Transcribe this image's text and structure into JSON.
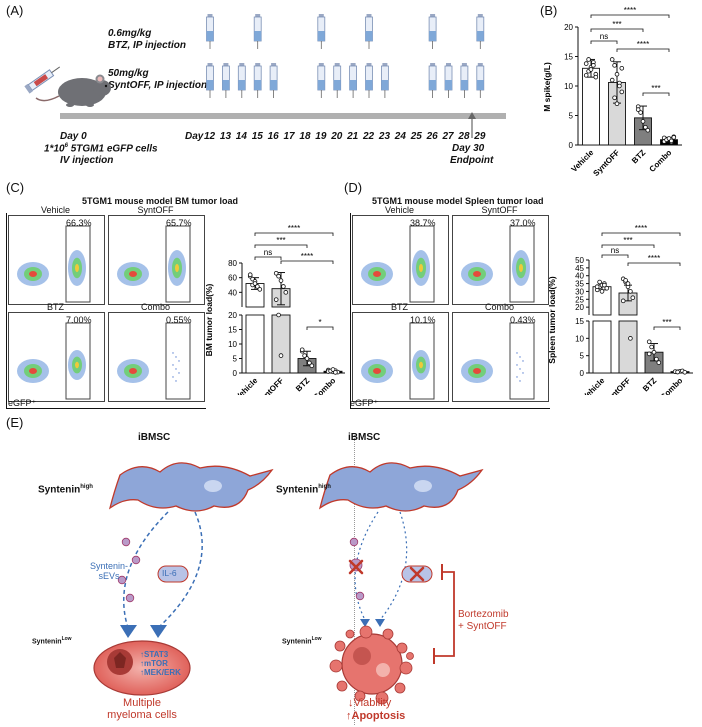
{
  "panel_labels": {
    "a": "(A)",
    "b": "(B)",
    "c": "(C)",
    "d": "(D)",
    "e": "(E)"
  },
  "panel_a": {
    "bortezomib_line1": "0.6mg/kg",
    "bortezomib_line2": "BTZ, IP injection",
    "syntoff_line1": "50mg/kg",
    "syntoff_line2": "SyntOFF, IP injection",
    "day0": "Day 0",
    "cells_line1": "1*10",
    "cells_sup": "6",
    "cells_line1b": " 5TGM1 eGFP cells",
    "cells_line2": "IV injection",
    "day_label": "Day",
    "days": [
      "12",
      "13",
      "14",
      "15",
      "16",
      "17",
      "18",
      "19",
      "20",
      "21",
      "22",
      "23",
      "24",
      "25",
      "26",
      "27",
      "28",
      "29"
    ],
    "btz_days": [
      "12",
      "15",
      "19",
      "22",
      "26",
      "29"
    ],
    "syntoff_days": [
      "12",
      "13",
      "14",
      "15",
      "16",
      "19",
      "20",
      "21",
      "22",
      "23",
      "26",
      "27",
      "28",
      "29"
    ],
    "endpoint_line1": "Day 30",
    "endpoint_line2": "Endpoint"
  },
  "chart_data": [
    {
      "type": "bar",
      "panel": "B",
      "ylabel": "M spike(g/L)",
      "ylim": [
        0,
        20
      ],
      "yticks": [
        0,
        5,
        10,
        15,
        20
      ],
      "categories": [
        "Vehicle",
        "SyntOFF",
        "BTZ",
        "Combo"
      ],
      "values": [
        13.0,
        10.6,
        4.6,
        0.9
      ],
      "errors": [
        1.5,
        3.5,
        2.0,
        0.4
      ],
      "bar_colors": [
        "#ffffff",
        "#d9d9d9",
        "#7f7f7f",
        "#000000"
      ],
      "points": [
        [
          11.8,
          12.5,
          13.2,
          14.0,
          12.0,
          13.8,
          14.5,
          12.8,
          13.5,
          11.5
        ],
        [
          14.5,
          13.5,
          12.0,
          10.5,
          9.0,
          11.0,
          8.0,
          7.0,
          10.0,
          13.0
        ],
        [
          6.5,
          5.5,
          4.0,
          3.0,
          2.5,
          6.0
        ],
        [
          1.2,
          0.8,
          1.0,
          0.5,
          1.4,
          0.6,
          0.9,
          1.1,
          0.7,
          1.3
        ]
      ],
      "significance": [
        {
          "pair": [
            "Vehicle",
            "SyntOFF"
          ],
          "label": "ns"
        },
        {
          "pair": [
            "Vehicle",
            "BTZ"
          ],
          "label": "***"
        },
        {
          "pair": [
            "Vehicle",
            "Combo"
          ],
          "label": "****"
        },
        {
          "pair": [
            "SyntOFF",
            "Combo"
          ],
          "label": "****"
        },
        {
          "pair": [
            "BTZ",
            "Combo"
          ],
          "label": "***"
        }
      ]
    },
    {
      "type": "bar",
      "panel": "C",
      "title": "5TGM1  mouse model BM tumor load",
      "ylabel": "BM tumor load(%)",
      "axis_break": true,
      "ylim_lower": [
        0,
        20
      ],
      "ylim_upper": [
        20,
        80
      ],
      "yticks_lower": [
        0,
        5,
        10,
        15,
        20
      ],
      "yticks_upper": [
        40,
        60,
        80
      ],
      "categories": [
        "Vehicle",
        "SyntOFF",
        "BTZ",
        "Combo"
      ],
      "values": [
        52,
        45,
        5.0,
        0.6
      ],
      "errors": [
        8,
        22,
        2.5,
        0.4
      ],
      "bar_colors": [
        "#ffffff",
        "#d9d9d9",
        "#7f7f7f",
        "#000000"
      ],
      "points": [
        [
          62,
          58,
          55,
          48,
          44,
          64,
          50,
          52
        ],
        [
          66,
          62,
          56,
          48,
          40,
          30,
          20,
          6.0
        ],
        [
          7.5,
          6.0,
          5.0,
          3.5,
          2.5,
          8.0
        ],
        [
          1.0,
          0.6,
          0.4,
          0.8,
          0.3,
          0.5,
          0.7,
          1.2,
          0.2
        ]
      ],
      "significance": [
        {
          "pair": [
            "Vehicle",
            "SyntOFF"
          ],
          "label": "ns"
        },
        {
          "pair": [
            "Vehicle",
            "BTZ"
          ],
          "label": "***"
        },
        {
          "pair": [
            "Vehicle",
            "Combo"
          ],
          "label": "****"
        },
        {
          "pair": [
            "SyntOFF",
            "Combo"
          ],
          "label": "****"
        },
        {
          "pair": [
            "BTZ",
            "Combo"
          ],
          "label": "*"
        }
      ]
    },
    {
      "type": "bar",
      "panel": "D",
      "title": "5TGM1 mouse model   Spleen tumor load",
      "ylabel": "Spleen tumor load(%)",
      "axis_break": true,
      "ylim_lower": [
        0,
        15
      ],
      "ylim_upper": [
        15,
        50
      ],
      "yticks_lower": [
        0,
        5,
        10,
        15
      ],
      "yticks_upper": [
        20,
        25,
        30,
        35,
        40,
        45,
        50
      ],
      "categories": [
        "Vehicle",
        "SyntOFF",
        "BTZ",
        "Combo"
      ],
      "values": [
        33,
        29,
        6.0,
        0.4
      ],
      "errors": [
        2,
        5,
        2.5,
        0.2
      ],
      "bar_colors": [
        "#ffffff",
        "#d9d9d9",
        "#7f7f7f",
        "#000000"
      ],
      "points": [
        [
          31,
          33,
          34,
          35,
          32,
          33,
          36,
          30,
          34
        ],
        [
          38,
          36,
          33,
          30,
          26,
          24,
          37,
          35,
          10.0
        ],
        [
          9.0,
          7.5,
          6.0,
          4.0,
          3.0,
          5.5
        ],
        [
          0.4,
          0.3,
          0.5,
          0.6,
          0.2,
          0.4,
          0.3
        ]
      ],
      "significance": [
        {
          "pair": [
            "Vehicle",
            "SyntOFF"
          ],
          "label": "ns"
        },
        {
          "pair": [
            "Vehicle",
            "BTZ"
          ],
          "label": "***"
        },
        {
          "pair": [
            "Vehicle",
            "Combo"
          ],
          "label": "****"
        },
        {
          "pair": [
            "SyntOFF",
            "Combo"
          ],
          "label": "****"
        },
        {
          "pair": [
            "BTZ",
            "Combo"
          ],
          "label": "***"
        }
      ]
    }
  ],
  "panel_c": {
    "title": "5TGM1  mouse model BM tumor load",
    "plots": [
      {
        "label": "Vehicle",
        "pct": "66.3%"
      },
      {
        "label": "SyntOFF",
        "pct": "65.7%"
      },
      {
        "label": "BTZ",
        "pct": "7.00%"
      },
      {
        "label": "Combo",
        "pct": "0.55%"
      }
    ],
    "xaxis": "eGFP⁺"
  },
  "panel_d": {
    "title": "5TGM1 mouse model   Spleen tumor load",
    "plots": [
      {
        "label": "Vehicle",
        "pct": "38.7%"
      },
      {
        "label": "SyntOFF",
        "pct": "37.0%"
      },
      {
        "label": "BTZ",
        "pct": "10.1%"
      },
      {
        "label": "Combo",
        "pct": "0.43%"
      }
    ],
    "xaxis": "eGFP⁺"
  },
  "panel_e": {
    "left": {
      "cell_label": "iBMSC",
      "syntenin_high": "Syntenin",
      "syntenin_high_sup": "high",
      "sevs_line1": "Syntenin-",
      "sevs_line2": "sEVs",
      "il6": "IL-6",
      "syntenin_low": "Syntenin",
      "syntenin_low_sup": "Low",
      "pathways": [
        "↑STAT3",
        "↑mTOR",
        "↑MEK/ERK"
      ],
      "mm_line1": "Multiple",
      "mm_line2": "myeloma cells"
    },
    "right": {
      "cell_label": "iBMSC",
      "syntenin_high": "Syntenin",
      "syntenin_high_sup": "high",
      "syntenin_low": "Syntenin",
      "syntenin_low_sup": "Low",
      "drug_line1": "Bortezomib",
      "drug_line2": "+ SyntOFF",
      "viability": "↓Viability",
      "apoptosis": "↑Apoptosis"
    }
  },
  "colors": {
    "msc_fill": "#8ea6d8",
    "msc_edge": "#c0392b",
    "accent_blue": "#3b6fb6",
    "accent_red": "#c0392b",
    "mm_cell": "#e6746e",
    "mm_cell_dark": "#a83a36",
    "tumor_gate": "#444444"
  }
}
